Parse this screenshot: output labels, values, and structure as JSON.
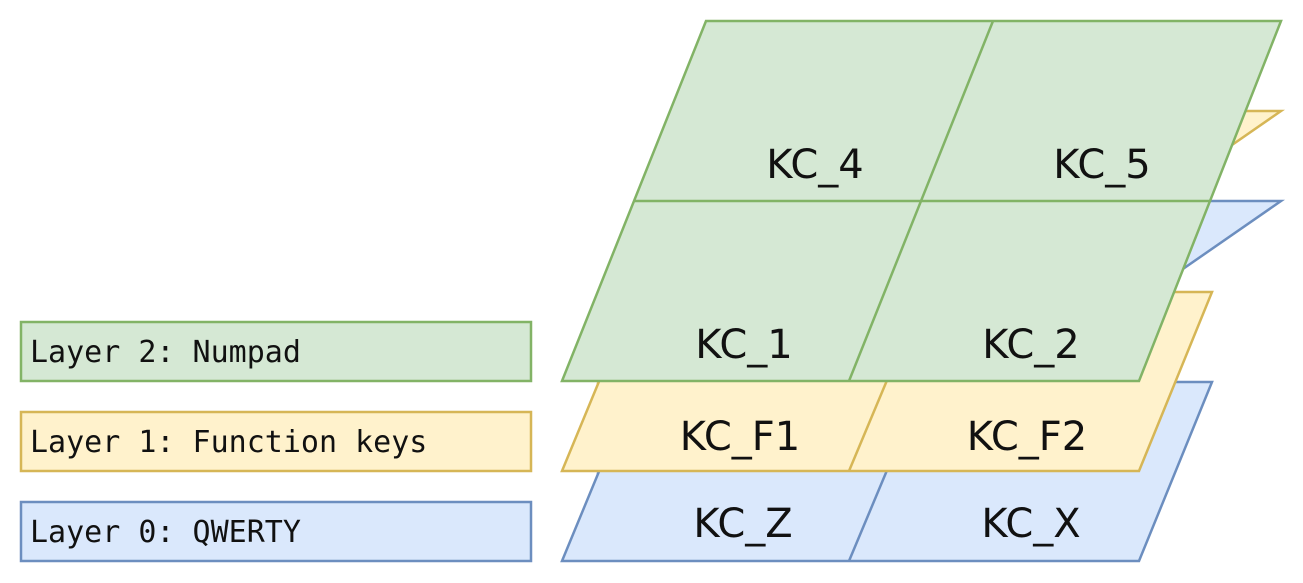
{
  "legend": [
    {
      "label": "Layer 2: Numpad",
      "fill": "#d5e8d4",
      "stroke": "#82b366"
    },
    {
      "label": "Layer 1: Function keys",
      "fill": "#fff2cc",
      "stroke": "#d6b656"
    },
    {
      "label": "Layer 0: QWERTY",
      "fill": "#dae8fc",
      "stroke": "#6c8ebf"
    }
  ],
  "layers": {
    "layer0": {
      "fill": "#dae8fc",
      "stroke": "#6c8ebf",
      "keys": [
        "KC_Z",
        "KC_X"
      ]
    },
    "layer1": {
      "fill": "#fff2cc",
      "stroke": "#d6b656",
      "keys": [
        "KC_F1",
        "KC_F2"
      ]
    },
    "layer2": {
      "fill": "#d5e8d4",
      "stroke": "#82b366",
      "keys": [
        "KC_1",
        "KC_2",
        "KC_4",
        "KC_5"
      ]
    }
  }
}
